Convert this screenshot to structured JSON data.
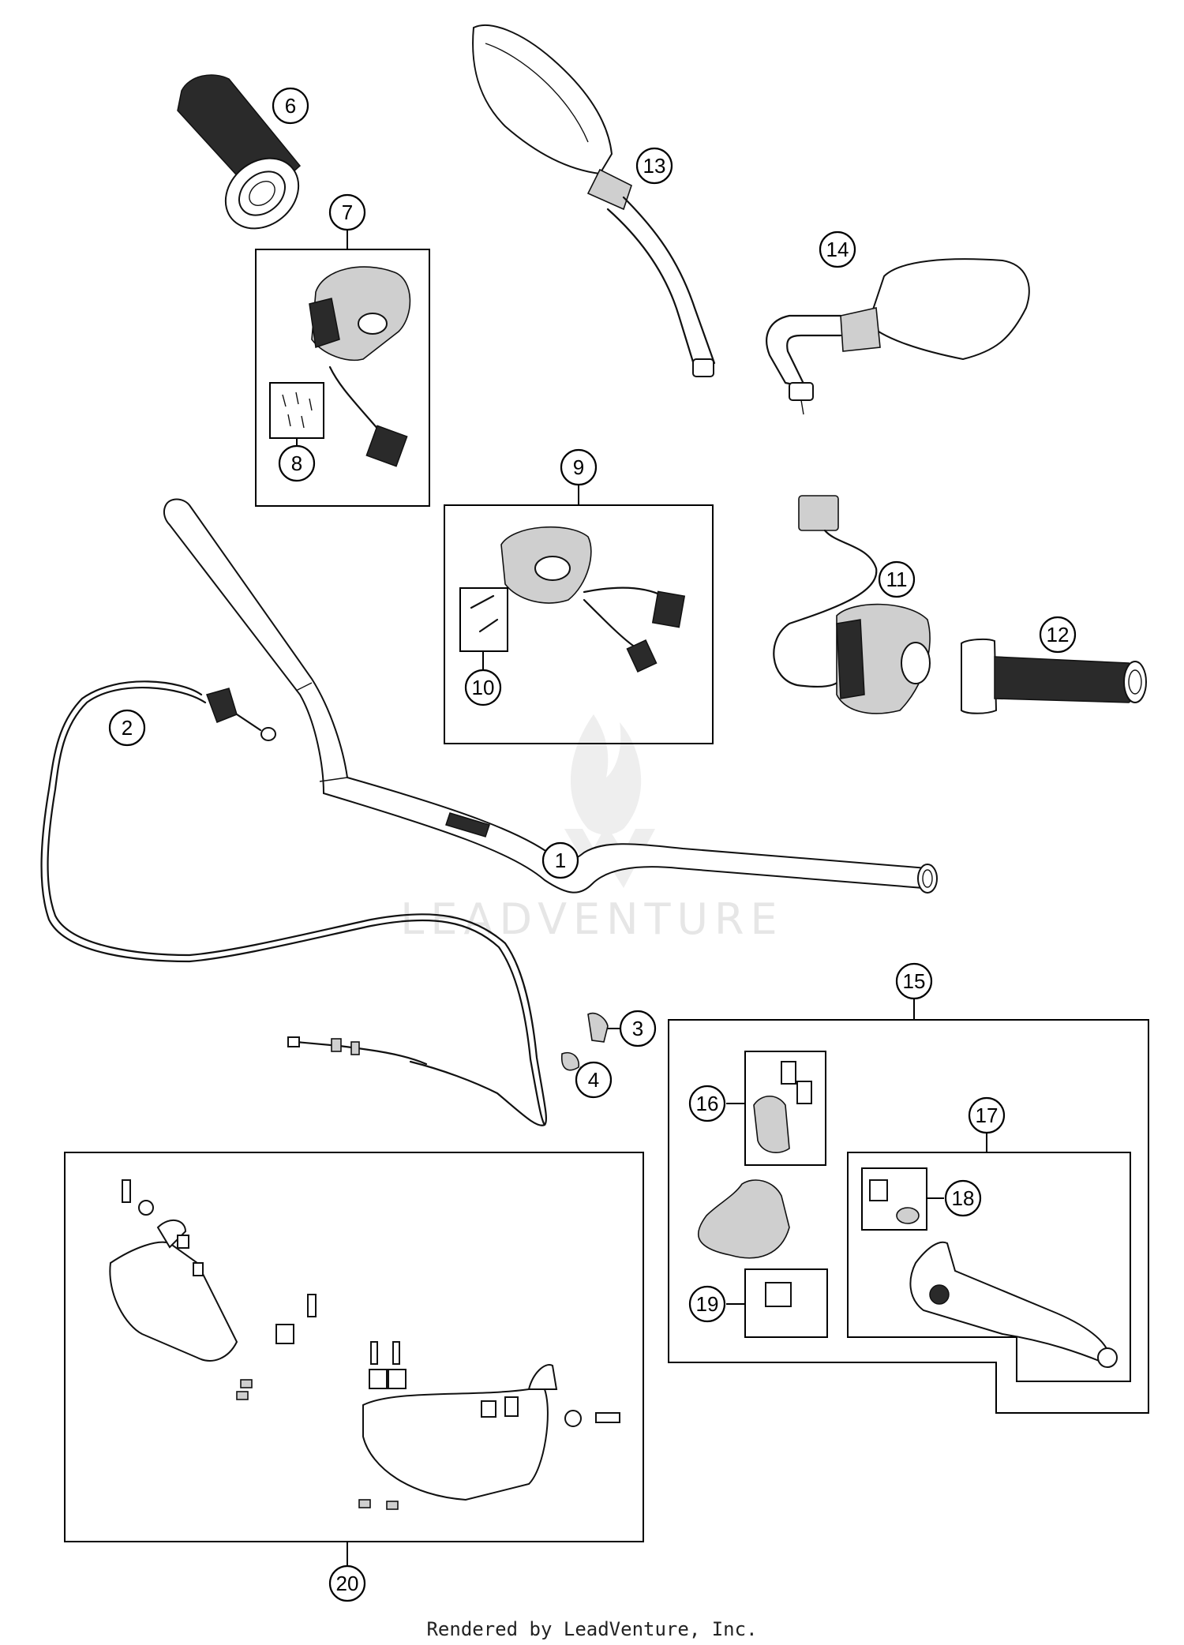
{
  "callouts": {
    "c1": "1",
    "c2": "2",
    "c3": "3",
    "c4": "4",
    "c6": "6",
    "c7": "7",
    "c8": "8",
    "c9": "9",
    "c10": "10",
    "c11": "11",
    "c12": "12",
    "c13": "13",
    "c14": "14",
    "c15": "15",
    "c16": "16",
    "c17": "17",
    "c18": "18",
    "c19": "19",
    "c20": "20"
  },
  "watermark": "LEADVENTURE",
  "footer": "Rendered by LeadVenture, Inc."
}
